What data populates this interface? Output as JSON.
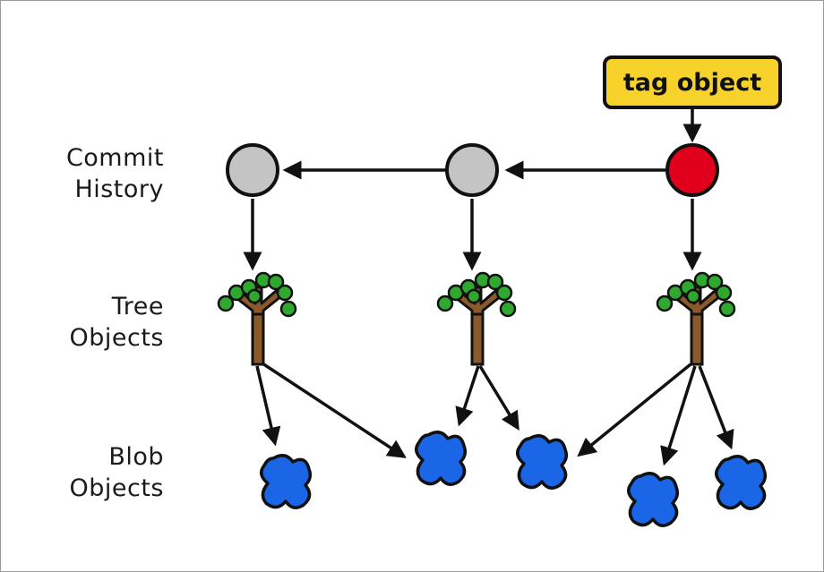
{
  "row_labels": {
    "commit": [
      "Commit",
      "History"
    ],
    "tree": [
      "Tree",
      "Objects"
    ],
    "blob": [
      "Blob",
      "Objects"
    ]
  },
  "tag": {
    "label": "tag object",
    "color": "#f7d22b"
  },
  "colors": {
    "commit_old": "#c4c4c4",
    "commit_tagged": "#e0001b",
    "tree_trunk": "#8b5a2b",
    "tree_leaf": "#2fa82f",
    "blob": "#1b66e6",
    "stroke": "#111111"
  },
  "icons": [
    "commit-node-icon",
    "tree-icon",
    "blob-icon"
  ]
}
